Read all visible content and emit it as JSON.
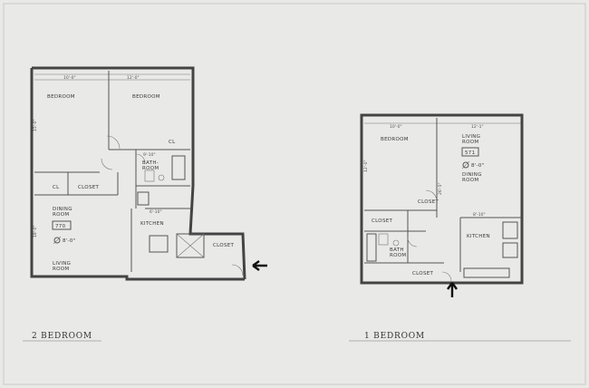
{
  "two_bed": {
    "caption": "2 BEDROOM",
    "bedroom_a": "BEDROOM",
    "bedroom_b": "BEDROOM",
    "bath": "BATH-\nROOM",
    "bath_line1": "BATH-",
    "bath_line2": "ROOM",
    "cl_left": "CL",
    "closet_mid": "CLOSET",
    "cl_right": "CL",
    "kitchen": "KITCHEN",
    "dining_line1": "DINING",
    "dining_line2": "ROOM",
    "sqft": "770",
    "ceiling": "8'-0\"",
    "living_line1": "LIVING",
    "living_line2": "ROOM",
    "closet_right": "CLOSET",
    "dim_top_a": "10'-0\"",
    "dim_top_b": "12'-0\"",
    "dim_left_a": "15'-0\"",
    "dim_left_b": "18'-0\"",
    "dim_bath": "9'-10\"",
    "dim_kitchen": "6'-10\""
  },
  "one_bed": {
    "caption": "1 BEDROOM",
    "bedroom": "BEDROOM",
    "living_line1": "LIVING",
    "living_line2": "ROOM",
    "sqft": "571",
    "ceiling": "8'-0\"",
    "dining_line1": "DINING",
    "dining_line2": "ROOM",
    "closet_a": "CLOSET",
    "closet_b": "CLOSET",
    "closet_c": "CLOSET",
    "bath_line1": "BATH",
    "bath_line2": "ROOM",
    "kitchen": "KITCHEN",
    "dim_top_a": "10'-0\"",
    "dim_top_b": "12'-1\"",
    "dim_left": "12'-0\"",
    "dim_mid": "26'-5\"",
    "dim_kitchen": "8'-10\""
  }
}
